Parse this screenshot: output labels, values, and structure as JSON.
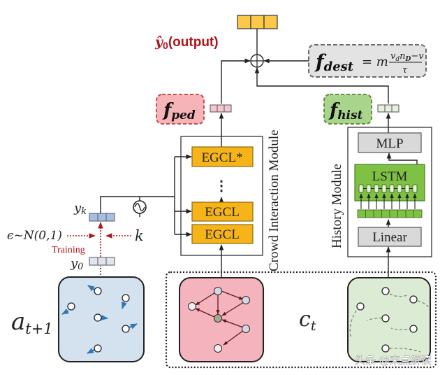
{
  "diagram": {
    "output": {
      "label_symbol": "ŷ",
      "label_subscript": "0",
      "label_text": "(output)",
      "color": "#b0141c",
      "cell_color": "#fcc84a"
    },
    "f_dest": {
      "name": "f",
      "subscript": "dest",
      "equation_prefix": "= m",
      "numerator": "v_d n_D − v",
      "numerator_v": "v",
      "numerator_d": "d",
      "numerator_n": "n",
      "numerator_D": "D",
      "numerator_rest": "−v",
      "denominator": "τ",
      "fill": "#e3e3e3"
    },
    "f_ped": {
      "name": "f",
      "subscript": "ped",
      "fill": "#f6b3b8",
      "cell_color": "#f4c6d0"
    },
    "f_hist": {
      "name": "f",
      "subscript": "hist",
      "fill": "#a9d48b",
      "cell_color": "#e6efe0"
    },
    "crowd_module": {
      "title": "Crowd Interaction Module",
      "layers": [
        "EGCL*",
        "⋮",
        "EGCL",
        "EGCL"
      ],
      "layer_color": "#f7b418"
    },
    "history_module": {
      "title": "History Module",
      "blocks": {
        "mlp": "MLP",
        "lstm": "LSTM",
        "linear": "Linear"
      },
      "lstm_color": "#7ec143",
      "block_color": "#d9d9d9",
      "lstm_cells": 8
    },
    "diffusion": {
      "y_k": "y",
      "y_k_sub": "k",
      "y_0": "y",
      "y_0_sub": "0",
      "noise": "ϵ~N(0,1)",
      "step": "k",
      "training": "Training",
      "training_color": "#b0141c",
      "yk_cell_color": "#a9bedc",
      "y0_cell_color": "#dfe4ee"
    },
    "scenes": {
      "agents": {
        "label": "a",
        "subscript": "t+1",
        "fill": "#d4e2f0"
      },
      "context": {
        "label": "c",
        "subscript": "t"
      },
      "crowd_graph": {
        "fill": "#f4b3bd"
      },
      "history": {
        "fill": "#dcebd3"
      }
    },
    "watermark": "头条 @来点解读"
  }
}
